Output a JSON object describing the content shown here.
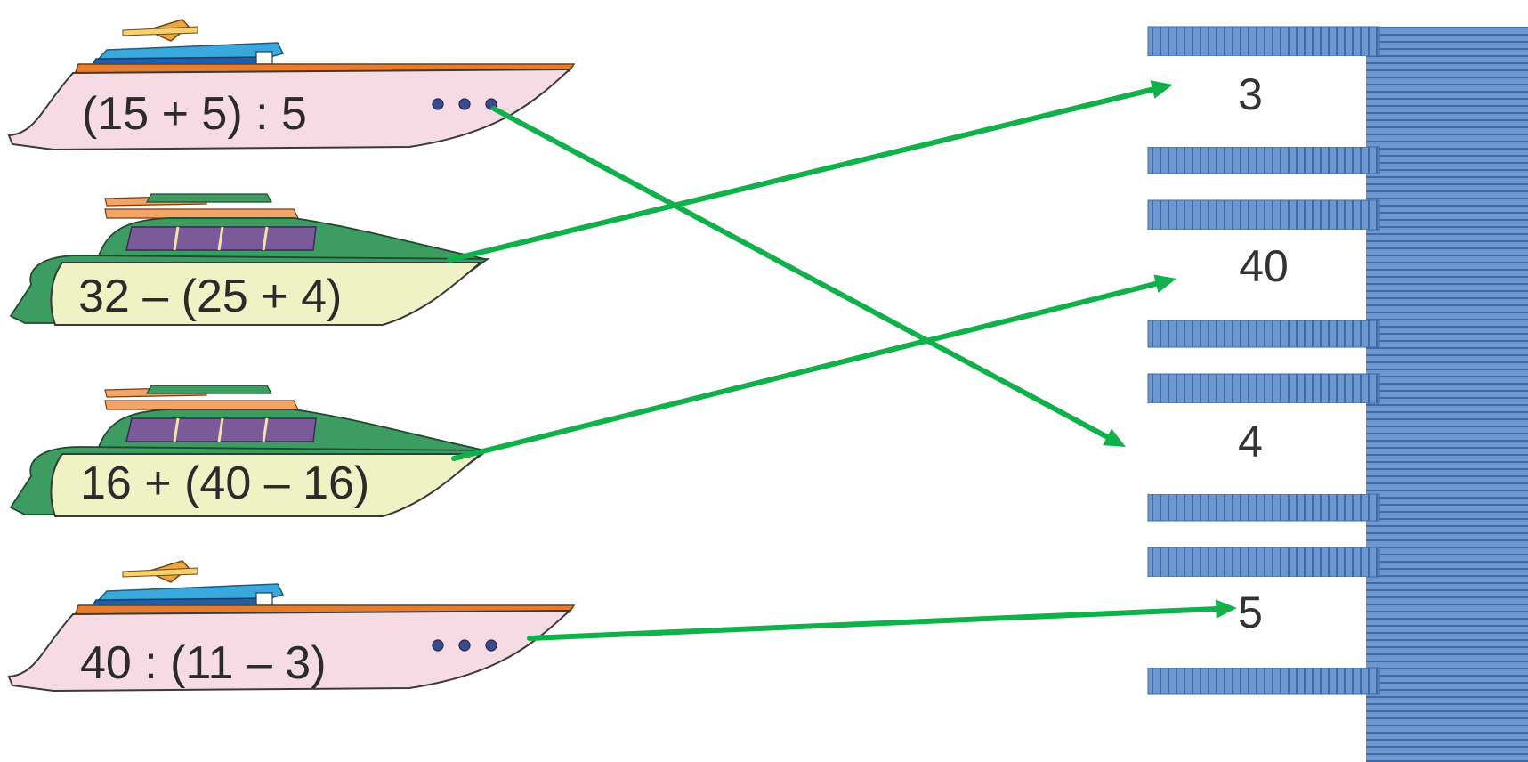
{
  "boats": [
    {
      "expression": "(15 + 5) : 5",
      "style": "yacht"
    },
    {
      "expression": "32 – (25 + 4)",
      "style": "speedboat"
    },
    {
      "expression": "16 + (40 – 16)",
      "style": "speedboat"
    },
    {
      "expression": "40 : (11 – 3)",
      "style": "yacht"
    }
  ],
  "docks": [
    "3",
    "40",
    "4",
    "5"
  ],
  "matches": [
    {
      "from_boat": 0,
      "to_dock": 2
    },
    {
      "from_boat": 1,
      "to_dock": 0
    },
    {
      "from_boat": 2,
      "to_dock": 1
    },
    {
      "from_boat": 3,
      "to_dock": 3
    }
  ],
  "colors": {
    "arrow": "#10b14b",
    "yacht_hull": "#f6dbe5",
    "yacht_stripe": "#e67d2d",
    "yacht_cabin": "#39a9dd",
    "speedboat_hull": "#eef2c4",
    "speedboat_cabin": "#3c9c62",
    "speedboat_window": "#7b5a9a",
    "dock": "#5e88c4",
    "dock_dark": "#3f6aa8"
  },
  "icons": {
    "boat": "boat-icon",
    "dock": "dock-berth-icon",
    "arrow": "arrow-icon"
  }
}
